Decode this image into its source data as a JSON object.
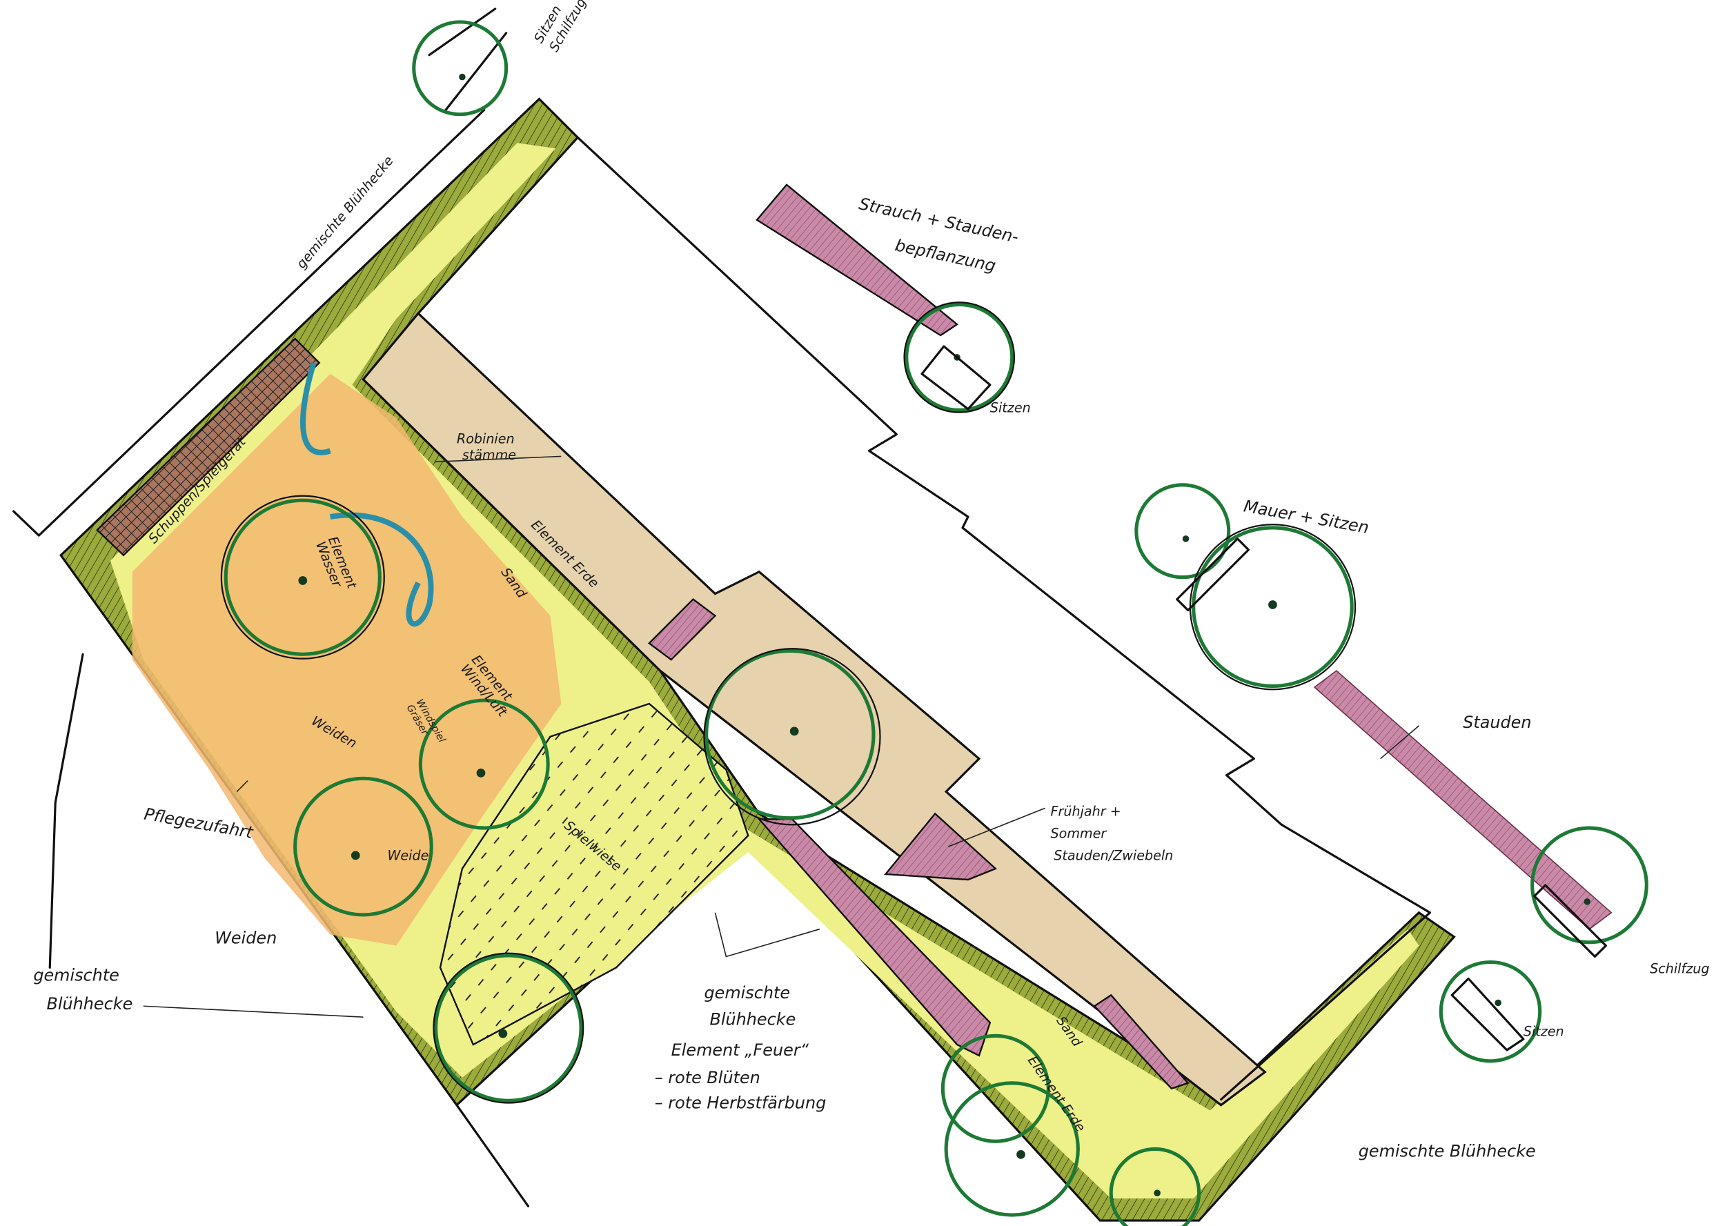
{
  "title": "Gartenplan Skizze – Elemente Garten",
  "colors": {
    "lawn": "#eef08a",
    "path_orange": "#f2b870",
    "paving_beige": "#e6d2ac",
    "hedge_olive": "#9bab3c",
    "perennial_pink": "#c77a9e",
    "water_blue": "#2a8fa8",
    "tree_green": "#1d7a35",
    "shed_brown": "#8a5a44"
  },
  "labels": {
    "sitzen_schilf_top": [
      "Sitzen",
      "Schilfzug"
    ],
    "hedge_top": "gemischte Blühhecke",
    "strauch": [
      "Strauch + Stauden-",
      "bepflanzung"
    ],
    "sitzen_mid": "Sitzen",
    "mauer": "Mauer + Sitzen",
    "stauden": "Stauden",
    "schilfzug_right": "Schilfzug",
    "sitzen_right": "Sitzen",
    "hedge_bottom_right": "gemischte Blühhecke",
    "hedge_bottom_center": [
      "gemischte",
      "Blühhecke"
    ],
    "feuer": [
      "Element „Feuer“",
      "– rote Blüten",
      "– rote Herbstfärbung"
    ],
    "fruehjahr": [
      "Frühjahr +",
      "Sommer",
      "Stauden/Zwiebeln"
    ],
    "weiden_left": "Weiden",
    "pflegezufahrt": "Pflegezufahrt",
    "hedge_left": [
      "gemischte",
      "Blühhecke"
    ],
    "schuppen": "Schuppen/Spielgerät",
    "robinien": [
      "Robinien",
      "stämme"
    ],
    "element_erde_top": "Element Erde",
    "element_wasser": [
      "Element",
      "Wasser"
    ],
    "sand_top": "Sand",
    "element_wind": [
      "Element",
      "Wind/Luft"
    ],
    "windspiel": [
      "Windspiel",
      "Gräser"
    ],
    "weiden_inner": "Weiden",
    "weide": "Weide",
    "spielwiese": "Spielwiese",
    "sand_bottom": "Sand",
    "element_erde_bottom": "Element Erde"
  }
}
